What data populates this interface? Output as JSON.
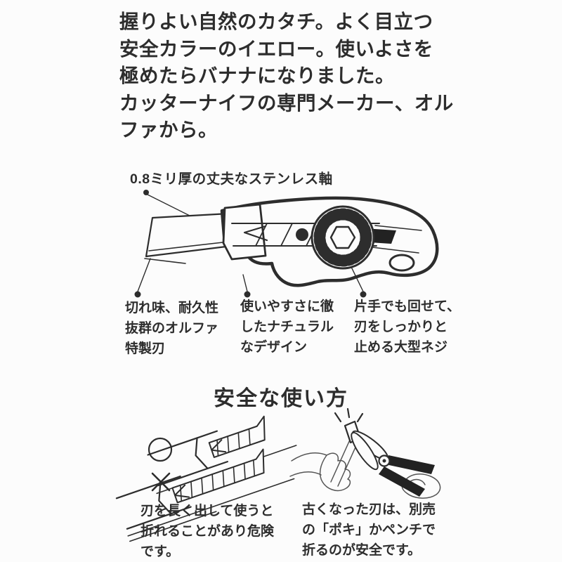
{
  "page": {
    "background": "#fcfcfc",
    "ink_color": "#2d2d2d",
    "fill_dark": "#222222"
  },
  "intro": {
    "lines": [
      "握りよい自然のカタチ。よく目立つ",
      "安全カラーのイエロー。使いよさを",
      "極めたらバナナになりました。",
      "カッターナイフの専門メーカー、オル",
      "ファから。"
    ]
  },
  "diagram": {
    "top_label": "0.8ミリ厚の丈夫なステンレス軸",
    "callouts": [
      {
        "lines": [
          "切れ味、耐久性",
          "抜群のオルファ",
          "特製刃"
        ]
      },
      {
        "lines": [
          "使いやすさに徹",
          "したナチュラル",
          "なデザイン"
        ]
      },
      {
        "lines": [
          "片手でも回せて、",
          "刃をしっかりと",
          "止める大型ネジ"
        ]
      }
    ],
    "icons": {
      "knife": "snap-off-utility-knife-line-drawing",
      "dial": "rotary-blade-lock-dial",
      "blade": "segmented-snap-off-blade"
    }
  },
  "safety": {
    "heading": "安全な使い方",
    "marks": {
      "good": "circle-ok-mark",
      "bad": "cross-ng-mark"
    },
    "captions": [
      {
        "lines": [
          "刃を長く出して使うと",
          "折れることがあり危険",
          "です。"
        ]
      },
      {
        "lines": [
          "古くなった刃は、別売",
          "の「ポキ」かペンチで",
          "折るのが安全です。"
        ]
      }
    ]
  }
}
